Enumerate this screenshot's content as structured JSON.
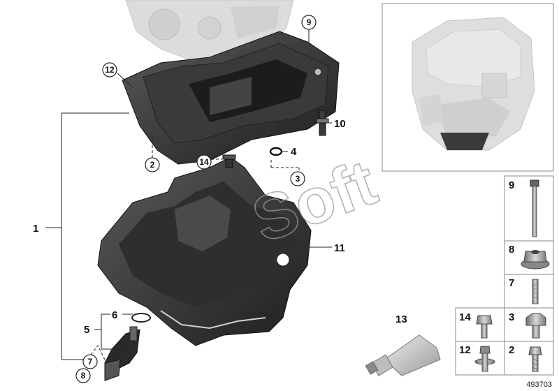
{
  "diagram": {
    "callouts": {
      "n1": "1",
      "n2": "2",
      "n3": "3",
      "n4": "4",
      "n5": "5",
      "n6": "6",
      "n7": "7",
      "n8": "8",
      "n9": "9",
      "n10": "10",
      "n11": "11",
      "n12": "12",
      "n13": "13",
      "n14": "14"
    },
    "parts_table": {
      "r9": "9",
      "r8": "8",
      "r7": "7",
      "r14": "14",
      "r3": "3",
      "r12": "12",
      "r2": "2"
    },
    "watermark": "Soft",
    "image_id": "493703",
    "colors": {
      "sump_dark": "#2a2a2a",
      "sump_mid": "#555555",
      "engine_ghost": "#d6d6d6",
      "part_gray": "#9c9c9c",
      "frame": "#8a8a8a"
    }
  }
}
